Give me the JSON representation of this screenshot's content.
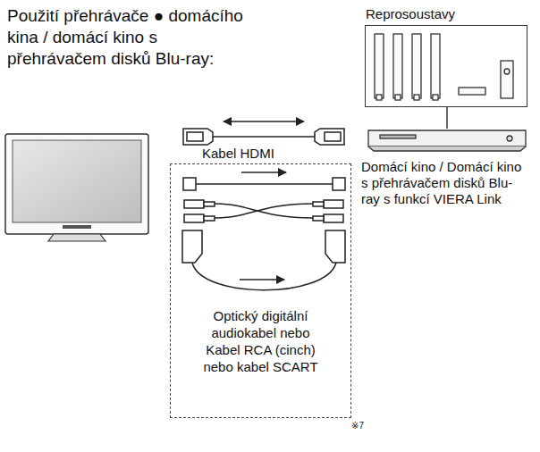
{
  "diagram": {
    "title": "Použití přehrávače ● domácího kina / domácí kino s přehrávačem disků Blu-ray:",
    "nodes": [
      {
        "text": [
          "Reprosoustavy"
        ]
      },
      {
        "text": [
          "Domácí kino / Domácí kino s přehrávačem disků Blu-ray s funkcí VIERA Link"
        ]
      },
      {
        "text": [
          "Optický digitální audiokabel nebo Kabel RCA (cinch) nebo kabel SCART"
        ]
      }
    ],
    "edges": [
      {
        "from": 0,
        "to": 1,
        "arrow": "none"
      }
    ],
    "labels": [
      "Kabel HDMI",
      "※7"
    ]
  }
}
